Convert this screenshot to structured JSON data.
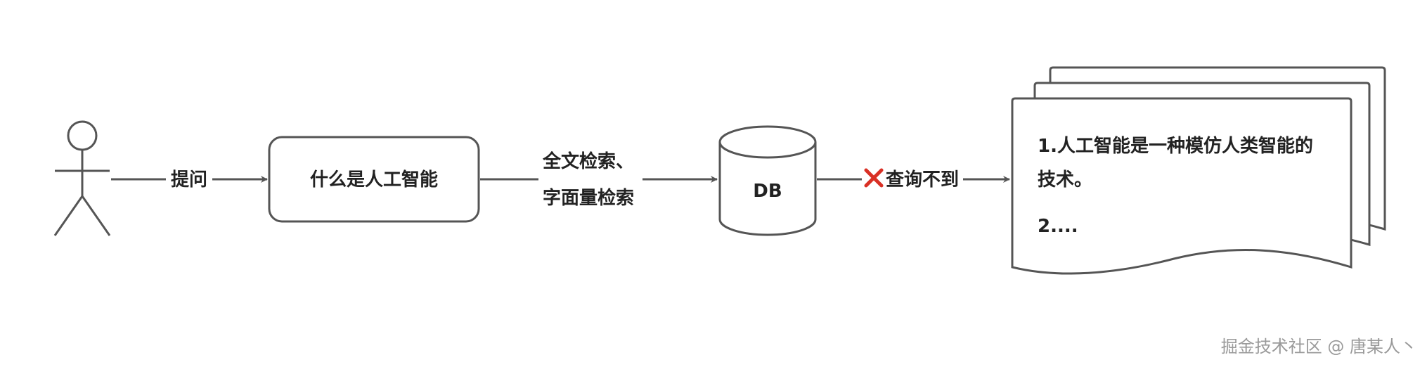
{
  "nodes": {
    "query_box": {
      "label": "什么是人工智能"
    },
    "database": {
      "label": "DB"
    },
    "result_doc": {
      "line1": "1.人工智能是一种模仿人类智能的",
      "line2": "技术。",
      "line3": "2...."
    }
  },
  "edges": {
    "ask": {
      "label": "提问"
    },
    "search": {
      "line1": "全文检索、",
      "line2": "字面量检索"
    },
    "not_found": {
      "icon": "cross-mark-icon",
      "label": "查询不到"
    }
  },
  "watermark": {
    "text": "掘金技术社区 @ 唐某人丶"
  },
  "colors": {
    "stroke": "#555555",
    "text": "#222222",
    "cross": "#d93025",
    "watermark": "#9a9a9a"
  }
}
